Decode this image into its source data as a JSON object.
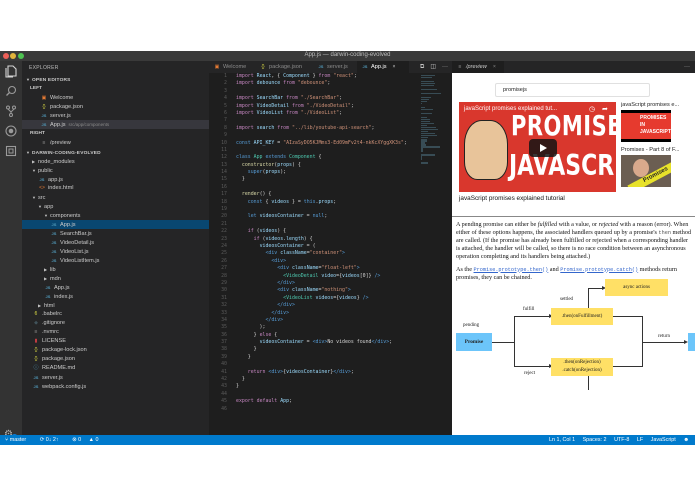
{
  "window": {
    "title": "App.js — darwin-coding-evolved"
  },
  "activity_bar": {
    "icons": [
      "files-icon",
      "search-icon",
      "source-control-icon",
      "debug-icon",
      "extensions-icon"
    ],
    "settings_badge": "1"
  },
  "sidebar": {
    "title": "EXPLORER",
    "open_editors": {
      "header": "OPEN EDITORS",
      "groups": [
        {
          "label": "LEFT",
          "items": [
            {
              "icon": "welcome",
              "label": "Welcome",
              "hint": ""
            },
            {
              "icon": "json",
              "label": "package.json",
              "hint": ""
            },
            {
              "icon": "js",
              "label": "server.js",
              "hint": ""
            },
            {
              "icon": "js",
              "label": "App.js",
              "hint": "src/app/components",
              "selected": true
            }
          ]
        },
        {
          "label": "RIGHT",
          "items": [
            {
              "icon": "preview",
              "label": "/preview",
              "hint": ""
            }
          ]
        }
      ]
    },
    "project": {
      "header": "DARWIN-CODING-EVOLVED",
      "tree": [
        {
          "depth": 0,
          "type": "folder",
          "expanded": false,
          "label": "node_modules"
        },
        {
          "depth": 0,
          "type": "folder",
          "expanded": true,
          "label": "public"
        },
        {
          "depth": 1,
          "type": "js",
          "label": "app.js"
        },
        {
          "depth": 1,
          "type": "html",
          "label": "index.html"
        },
        {
          "depth": 0,
          "type": "folder",
          "expanded": true,
          "label": "src"
        },
        {
          "depth": 1,
          "type": "folder",
          "expanded": true,
          "label": "app"
        },
        {
          "depth": 2,
          "type": "folder",
          "expanded": true,
          "label": "components"
        },
        {
          "depth": 3,
          "type": "js",
          "label": "App.js",
          "active": true
        },
        {
          "depth": 3,
          "type": "js",
          "label": "SearchBar.js"
        },
        {
          "depth": 3,
          "type": "js",
          "label": "VideoDetail.js"
        },
        {
          "depth": 3,
          "type": "js",
          "label": "VideoList.js"
        },
        {
          "depth": 3,
          "type": "js",
          "label": "VideoListItem.js"
        },
        {
          "depth": 2,
          "type": "folder",
          "expanded": false,
          "label": "lib"
        },
        {
          "depth": 2,
          "type": "folder",
          "expanded": false,
          "label": "mdn"
        },
        {
          "depth": 2,
          "type": "js",
          "label": "App.js"
        },
        {
          "depth": 2,
          "type": "js",
          "label": "index.js"
        },
        {
          "depth": 1,
          "type": "folder",
          "expanded": false,
          "label": "html"
        },
        {
          "depth": 0,
          "type": "babel",
          "label": ".babelrc"
        },
        {
          "depth": 0,
          "type": "git",
          "label": ".gitignore"
        },
        {
          "depth": 0,
          "type": "nvm",
          "label": ".nvmrc"
        },
        {
          "depth": 0,
          "type": "license",
          "label": "LICENSE"
        },
        {
          "depth": 0,
          "type": "json",
          "label": "package-lock.json"
        },
        {
          "depth": 0,
          "type": "json",
          "label": "package.json"
        },
        {
          "depth": 0,
          "type": "md",
          "label": "README.md"
        },
        {
          "depth": 0,
          "type": "js",
          "label": "server.js"
        },
        {
          "depth": 0,
          "type": "js",
          "label": "webpack.config.js"
        }
      ]
    }
  },
  "editor": {
    "tabs": [
      {
        "icon": "welcome",
        "label": "Welcome"
      },
      {
        "icon": "json",
        "label": "package.json"
      },
      {
        "icon": "js",
        "label": "server.js"
      },
      {
        "icon": "js",
        "label": "App.js",
        "active": true
      }
    ],
    "tab_close": "×",
    "actions": [
      "split-compare-icon",
      "split-editor-icon",
      "more-icon"
    ],
    "code_lines": [
      [
        [
          "kw",
          "import "
        ],
        [
          "id",
          "React"
        ],
        [
          "pl",
          ", { "
        ],
        [
          "id",
          "Component"
        ],
        [
          "pl",
          " } "
        ],
        [
          "kw",
          "from "
        ],
        [
          "str",
          "\"react\""
        ],
        [
          "pl",
          ";"
        ]
      ],
      [
        [
          "kw",
          "import "
        ],
        [
          "id",
          "debounce "
        ],
        [
          "kw",
          "from "
        ],
        [
          "str",
          "\"debounce\""
        ],
        [
          "pl",
          ";"
        ]
      ],
      [],
      [
        [
          "kw",
          "import "
        ],
        [
          "id",
          "SearchBar "
        ],
        [
          "kw",
          "from "
        ],
        [
          "str",
          "\"./SearchBar\""
        ],
        [
          "pl",
          ";"
        ]
      ],
      [
        [
          "kw",
          "import "
        ],
        [
          "id",
          "VideoDetail "
        ],
        [
          "kw",
          "from "
        ],
        [
          "str",
          "\"./VideoDetail\""
        ],
        [
          "pl",
          ";"
        ]
      ],
      [
        [
          "kw",
          "import "
        ],
        [
          "id",
          "VideoList "
        ],
        [
          "kw",
          "from "
        ],
        [
          "str",
          "\"./VideoList\""
        ],
        [
          "pl",
          ";"
        ]
      ],
      [],
      [
        [
          "kw",
          "import "
        ],
        [
          "id",
          "search "
        ],
        [
          "kw",
          "from "
        ],
        [
          "str",
          "\"../lib/youtube-api-search\""
        ],
        [
          "pl",
          ";"
        ]
      ],
      [],
      [
        [
          "kw2",
          "const "
        ],
        [
          "id",
          "API_KEY"
        ],
        [
          "pl",
          " = "
        ],
        [
          "str",
          "\"AIzaSyDO5KJMms3-Ed09mFv2t4-nkKcXYggXK3s\""
        ],
        [
          "pl",
          ";"
        ]
      ],
      [],
      [
        [
          "kw2",
          "class "
        ],
        [
          "cls",
          "App "
        ],
        [
          "kw2",
          "extends "
        ],
        [
          "cls",
          "Component"
        ],
        [
          "pl",
          " {"
        ]
      ],
      [
        [
          "pl",
          "  "
        ],
        [
          "fn",
          "constructor"
        ],
        [
          "pl",
          "("
        ],
        [
          "id",
          "props"
        ],
        [
          "pl",
          ") {"
        ]
      ],
      [
        [
          "pl",
          "    "
        ],
        [
          "kw2",
          "super"
        ],
        [
          "pl",
          "("
        ],
        [
          "id",
          "props"
        ],
        [
          "pl",
          ");"
        ]
      ],
      [
        [
          "pl",
          "  }"
        ]
      ],
      [],
      [
        [
          "pl",
          "  "
        ],
        [
          "fn",
          "render"
        ],
        [
          "pl",
          "() {"
        ]
      ],
      [
        [
          "pl",
          "    "
        ],
        [
          "kw2",
          "const "
        ],
        [
          "pl",
          "{ "
        ],
        [
          "id",
          "videos"
        ],
        [
          "pl",
          " } = "
        ],
        [
          "kw2",
          "this"
        ],
        [
          "pl",
          "."
        ],
        [
          "id",
          "props"
        ],
        [
          "pl",
          ";"
        ]
      ],
      [],
      [
        [
          "pl",
          "    "
        ],
        [
          "kw2",
          "let "
        ],
        [
          "id",
          "videosContainer"
        ],
        [
          "pl",
          " = "
        ],
        [
          "kw2",
          "null"
        ],
        [
          "pl",
          ";"
        ]
      ],
      [],
      [
        [
          "pl",
          "    "
        ],
        [
          "kw",
          "if "
        ],
        [
          "pl",
          "("
        ],
        [
          "id",
          "videos"
        ],
        [
          "pl",
          ") {"
        ]
      ],
      [
        [
          "pl",
          "      "
        ],
        [
          "kw",
          "if "
        ],
        [
          "pl",
          "("
        ],
        [
          "id",
          "videos"
        ],
        [
          "pl",
          "."
        ],
        [
          "id",
          "length"
        ],
        [
          "pl",
          ") {"
        ]
      ],
      [
        [
          "pl",
          "        "
        ],
        [
          "id",
          "videosContainer"
        ],
        [
          "pl",
          " = ("
        ]
      ],
      [
        [
          "pl",
          "          "
        ],
        [
          "tag",
          "<div "
        ],
        [
          "id",
          "className"
        ],
        [
          "pl",
          "="
        ],
        [
          "str",
          "\"container\""
        ],
        [
          "tag",
          ">"
        ]
      ],
      [
        [
          "pl",
          "            "
        ],
        [
          "tag",
          "<div>"
        ]
      ],
      [
        [
          "pl",
          "              "
        ],
        [
          "tag",
          "<div "
        ],
        [
          "id",
          "className"
        ],
        [
          "pl",
          "="
        ],
        [
          "str",
          "\"float-left\""
        ],
        [
          "tag",
          ">"
        ]
      ],
      [
        [
          "pl",
          "                "
        ],
        [
          "jsx",
          "<VideoDetail "
        ],
        [
          "id",
          "video"
        ],
        [
          "pl",
          "={"
        ],
        [
          "id",
          "videos"
        ],
        [
          "pl",
          "[0]} "
        ],
        [
          "tag",
          "/>"
        ]
      ],
      [
        [
          "pl",
          "              "
        ],
        [
          "tag",
          "</div>"
        ]
      ],
      [
        [
          "pl",
          "              "
        ],
        [
          "tag",
          "<div "
        ],
        [
          "id",
          "className"
        ],
        [
          "pl",
          "="
        ],
        [
          "str",
          "\"nothing\""
        ],
        [
          "tag",
          ">"
        ]
      ],
      [
        [
          "pl",
          "                "
        ],
        [
          "jsx",
          "<VideoList "
        ],
        [
          "id",
          "videos"
        ],
        [
          "pl",
          "={"
        ],
        [
          "id",
          "videos"
        ],
        [
          "pl",
          "} "
        ],
        [
          "tag",
          "/>"
        ]
      ],
      [
        [
          "pl",
          "              "
        ],
        [
          "tag",
          "</div>"
        ]
      ],
      [
        [
          "pl",
          "            "
        ],
        [
          "tag",
          "</div>"
        ]
      ],
      [
        [
          "pl",
          "          "
        ],
        [
          "tag",
          "</div>"
        ]
      ],
      [
        [
          "pl",
          "        );"
        ]
      ],
      [
        [
          "pl",
          "      } "
        ],
        [
          "kw",
          "else "
        ],
        [
          "pl",
          "{"
        ]
      ],
      [
        [
          "pl",
          "        "
        ],
        [
          "id",
          "videosContainer"
        ],
        [
          "pl",
          " = "
        ],
        [
          "tag",
          "<div>"
        ],
        [
          "pl",
          "No videos found"
        ],
        [
          "tag",
          "</div>"
        ],
        [
          "pl",
          ";"
        ]
      ],
      [
        [
          "pl",
          "      }"
        ]
      ],
      [
        [
          "pl",
          "    }"
        ]
      ],
      [],
      [
        [
          "pl",
          "    "
        ],
        [
          "kw",
          "return "
        ],
        [
          "tag",
          "<div>"
        ],
        [
          "pl",
          "{"
        ],
        [
          "id",
          "videosContainer"
        ],
        [
          "pl",
          "}"
        ],
        [
          "tag",
          "</div>"
        ],
        [
          "pl",
          ";"
        ]
      ],
      [
        [
          "pl",
          "  }"
        ]
      ],
      [
        [
          "pl",
          "}"
        ]
      ],
      [],
      [
        [
          "kw",
          "export "
        ],
        [
          "kw",
          "default "
        ],
        [
          "id",
          "App"
        ],
        [
          "pl",
          ";"
        ]
      ],
      []
    ]
  },
  "preview": {
    "tab_label": "/preview",
    "tab_close": "×",
    "more": "···",
    "search_value": "promisejs",
    "main_video": {
      "overlay_title": "javaScript promises explained tut...",
      "thumb_line1": "PROMISES IN",
      "thumb_line2": "JAVASCRIPT",
      "caption": "javaScript promises explained tutorial"
    },
    "side_videos": [
      {
        "title": "javaScript promises e...",
        "thumb_text": "PROMISES IN JAVASCRIPT"
      },
      {
        "title": "Promises - Part 8 of F...",
        "thumb_text": "Promises"
      }
    ],
    "doc": {
      "p1_a": "A pending promise can either be ",
      "p1_fulfilled": "fulfilled",
      "p1_b": " with a value, or ",
      "p1_rejected": "rejected",
      "p1_c": " with a reason (error). When either of these options happens, the associated handlers queued up by a promise's ",
      "p1_then": "then",
      "p1_d": " method are called. (If the promise has already been fulfilled or rejected when a corresponding handler is attached, the handler will be called, so there is no race condition between an asynchronous operation completing and its handlers being attached.)",
      "p2_a": "As the ",
      "p2_link1": "Promise.prototype.then()",
      "p2_b": " and ",
      "p2_link2": "Promise.prototype.catch()",
      "p2_c": " methods return promises, they can be chained."
    },
    "diagram": {
      "promise": "Promise",
      "pending": "pending",
      "fulfill": "fulfill",
      "reject": "reject",
      "settled": "settled",
      "then_fulfill": ".then(onFulfillment)",
      "then_reject_1": ".then(onRejection)",
      "then_reject_2": ".catch(onRejection)",
      "async_actions": "async actions",
      "return": "return"
    }
  },
  "status_bar": {
    "branch": "master",
    "sync": "0↓ 2↑",
    "errors": "0",
    "warnings": "0",
    "position": "Ln 1, Col 1",
    "spaces": "Spaces: 2",
    "encoding": "UTF-8",
    "eol": "LF",
    "language": "JavaScript",
    "feedback_icon": "smiley-icon"
  },
  "colors": {
    "status_bar": "#007acc",
    "active_row": "#094771",
    "promise_blue": "#6cc5fa",
    "diagram_yellow": "#ffe066"
  }
}
